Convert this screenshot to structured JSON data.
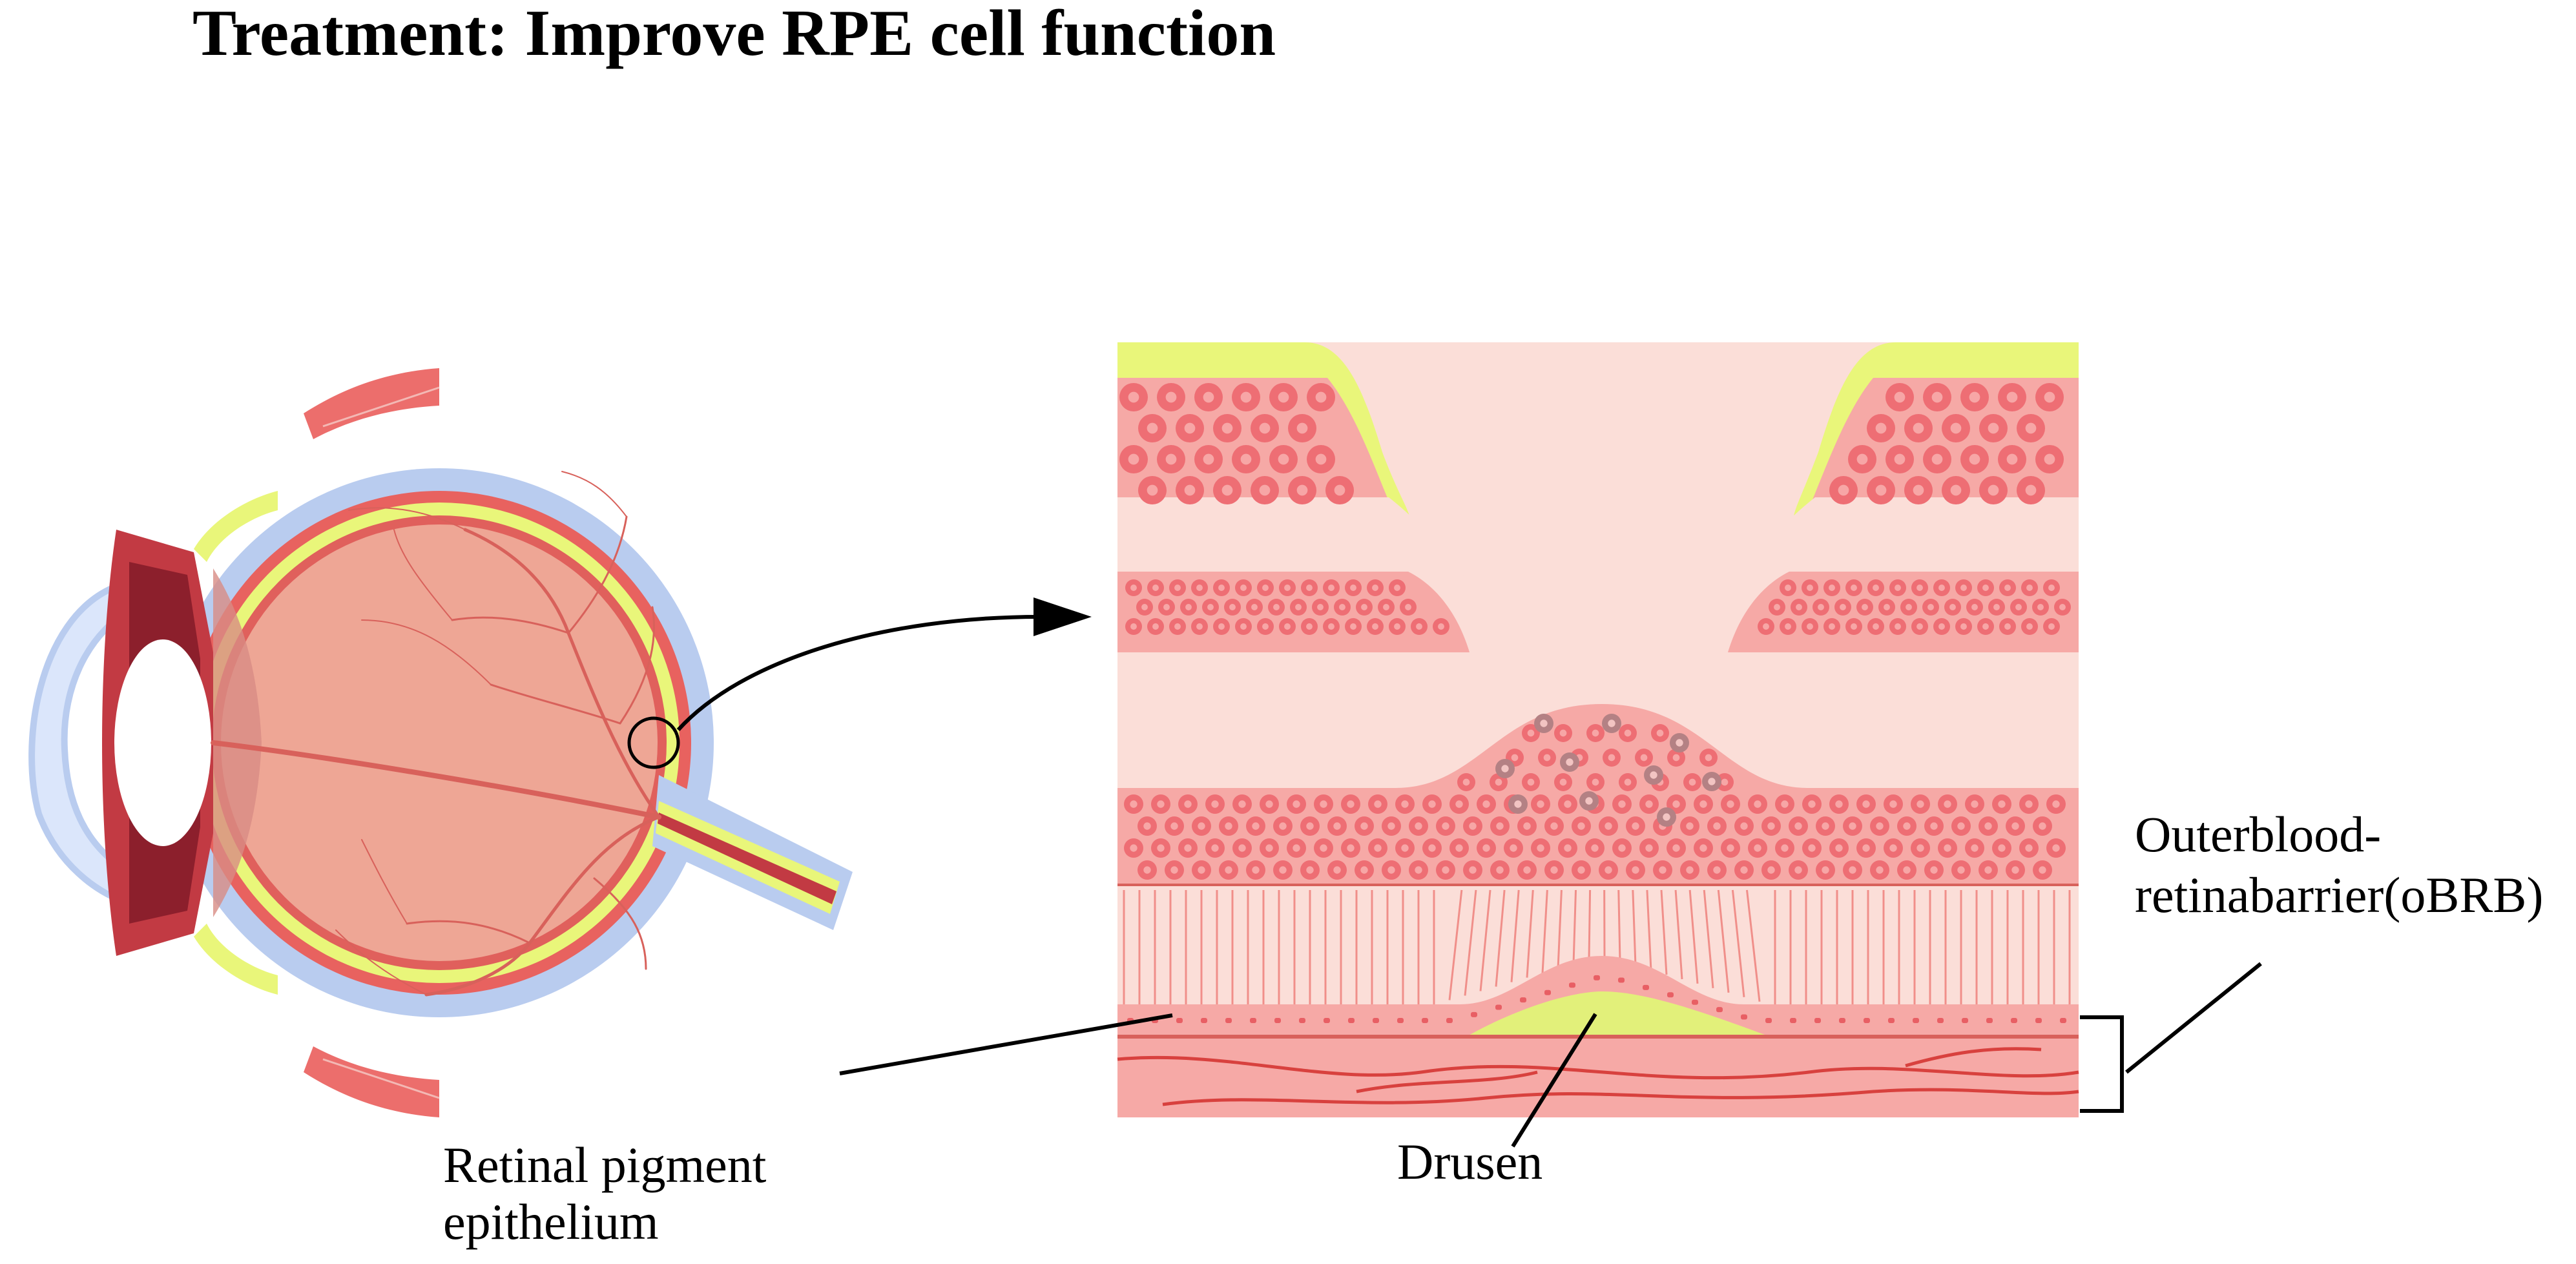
{
  "title": "Treatment: Improve RPE cell function",
  "labels": {
    "rpe_line1": "Retinal pigment",
    "rpe_line2": "epithelium",
    "drusen": "Drusen",
    "obrb_line1": "Outerblood-",
    "obrb_line2": "retinabarrier(oBRB)"
  },
  "colors": {
    "sclera": "#b9ccef",
    "choroid": "#e8625f",
    "retina_yellow": "#e9f67a",
    "vitreous": "#eea695",
    "vessel": "#d8615b",
    "tissue_light": "#fbded8",
    "cell_layer": "#f6a9a6",
    "cell": "#ea5e66",
    "drusen": "#e2f07a",
    "dark_cell": "#b48184"
  }
}
